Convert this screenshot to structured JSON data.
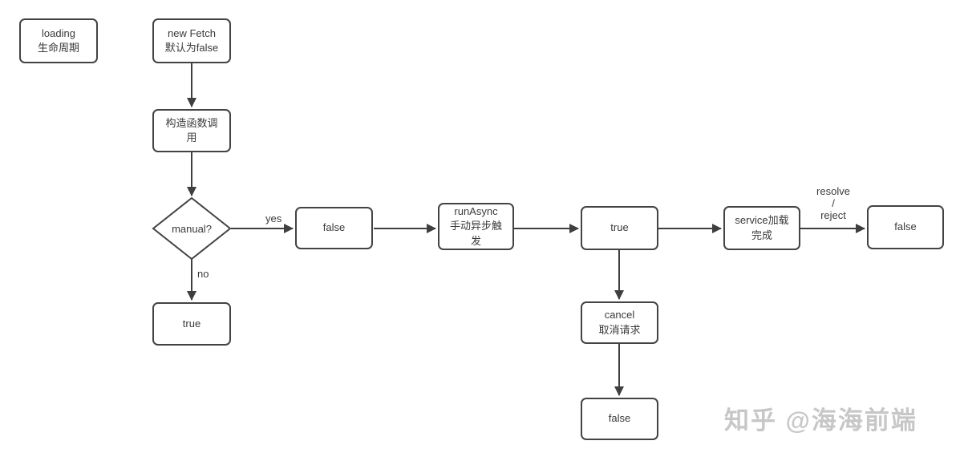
{
  "diagram": {
    "type": "flowchart",
    "background": "#ffffff",
    "colors": {
      "node_border": "#434343",
      "node_text": "#3a3a3a",
      "connector": "#3f3f3f",
      "watermark_text": "#c7c7c7"
    },
    "nodes": {
      "legend": "loading\n生命周期",
      "new_fetch": "new Fetch\n默认为false",
      "constructor_call": "构造函数调\n用",
      "manual_decision": "manual?",
      "manual_yes_false": "false",
      "run_async": "runAsync\n手动异步触\n发",
      "loading_true": "true",
      "service_loaded": "service加载\n完成",
      "resolved_false": "false",
      "manual_no_true": "true",
      "cancel_request": "cancel\n取消请求",
      "cancelled_false": "false"
    },
    "edge_labels": {
      "yes": "yes",
      "no": "no",
      "resolve_reject": "resolve\n/\nreject"
    },
    "edges": [
      {
        "from": "new_fetch",
        "to": "constructor_call",
        "label": ""
      },
      {
        "from": "constructor_call",
        "to": "manual_decision",
        "label": ""
      },
      {
        "from": "manual_decision",
        "to": "manual_yes_false",
        "label": "yes"
      },
      {
        "from": "manual_yes_false",
        "to": "run_async",
        "label": ""
      },
      {
        "from": "run_async",
        "to": "loading_true",
        "label": ""
      },
      {
        "from": "loading_true",
        "to": "service_loaded",
        "label": ""
      },
      {
        "from": "service_loaded",
        "to": "resolved_false",
        "label": "resolve / reject"
      },
      {
        "from": "manual_decision",
        "to": "manual_no_true",
        "label": "no"
      },
      {
        "from": "loading_true",
        "to": "cancel_request",
        "label": ""
      },
      {
        "from": "cancel_request",
        "to": "cancelled_false",
        "label": ""
      }
    ],
    "watermark": "知乎 @海海前端"
  }
}
